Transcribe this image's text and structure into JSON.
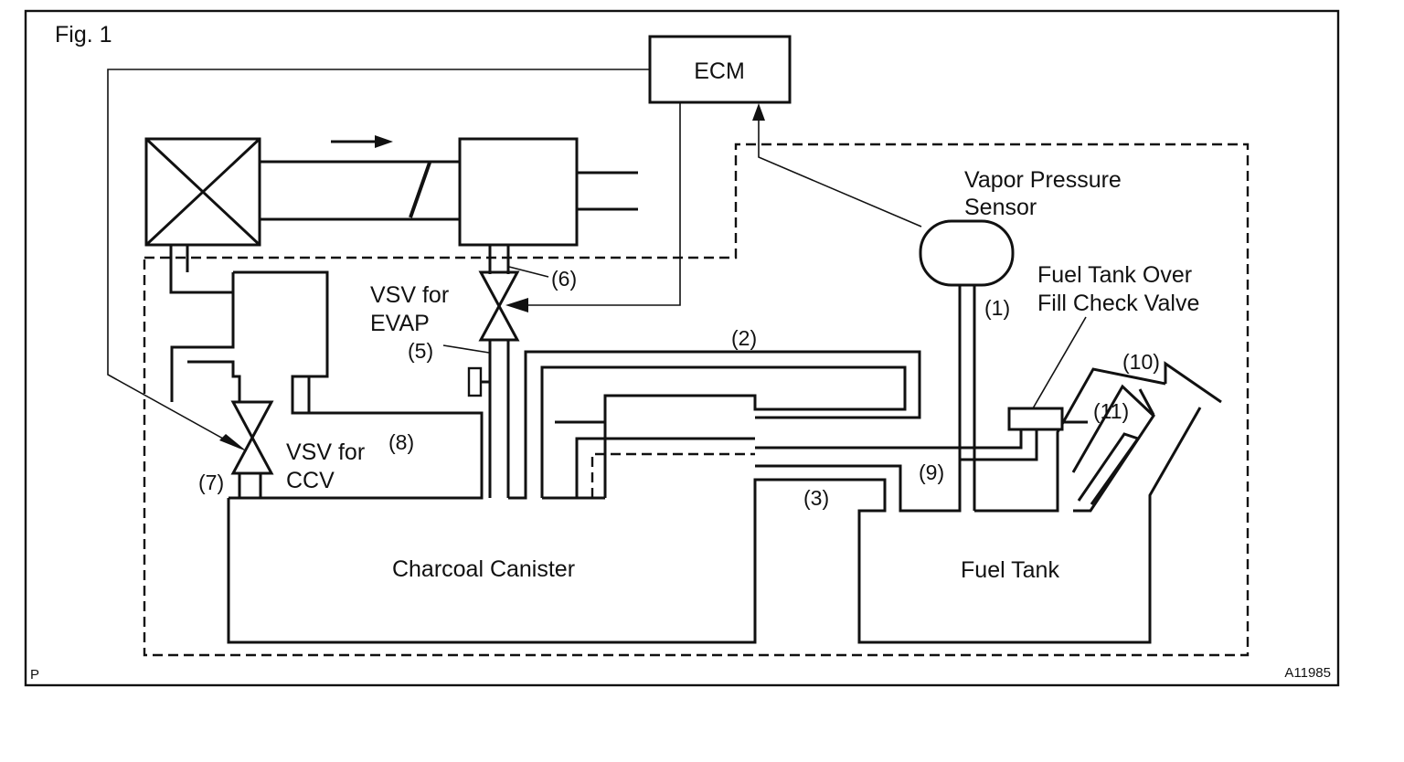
{
  "figure": {
    "title": "Fig. 1",
    "corner_left": "P",
    "corner_right": "A11985"
  },
  "labels": {
    "ecm": "ECM",
    "vapor_sensor_line1": "Vapor Pressure",
    "vapor_sensor_line2": "Sensor",
    "check_valve_line1": "Fuel Tank Over",
    "check_valve_line2": "Fill Check Valve",
    "vsv_evap_line1": "VSV for",
    "vsv_evap_line2": "EVAP",
    "vsv_ccv_line1": "VSV for",
    "vsv_ccv_line2": "CCV",
    "canister": "Charcoal Canister",
    "fuel_tank": "Fuel Tank"
  },
  "callouts": {
    "c1": "(1)",
    "c2": "(2)",
    "c3": "(3)",
    "c5": "(5)",
    "c6": "(6)",
    "c7": "(7)",
    "c8": "(8)",
    "c9": "(9)",
    "c10": "(10)",
    "c11": "(11)"
  }
}
